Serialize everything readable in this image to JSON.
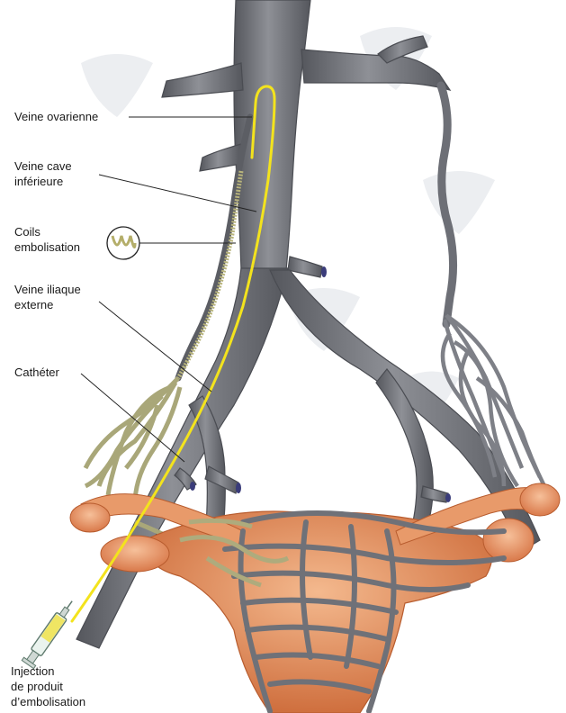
{
  "labels": {
    "veine_ovarienne": "Veine ovarienne",
    "veine_cave": [
      "Veine cave",
      "inférieure"
    ],
    "coils": [
      "Coils",
      "embolisation"
    ],
    "veine_iliaque": [
      "Veine iliaque",
      "externe"
    ],
    "catheter": "Cathéter",
    "injection": [
      "Injection",
      "de produit",
      "d’embolisation"
    ]
  },
  "colors": {
    "vein_fill": "#6f7178",
    "vein_edge": "#4c4e54",
    "vein_highlight": "#9a9ca2",
    "catheter": "#f2e21a",
    "coil": "#b7b37a",
    "coil_edge": "#6e6a3c",
    "plexus": "#8d8f96",
    "uterus": "#e89a6a",
    "uterus_dark": "#c9683a",
    "ghost": "#eef0f2"
  }
}
